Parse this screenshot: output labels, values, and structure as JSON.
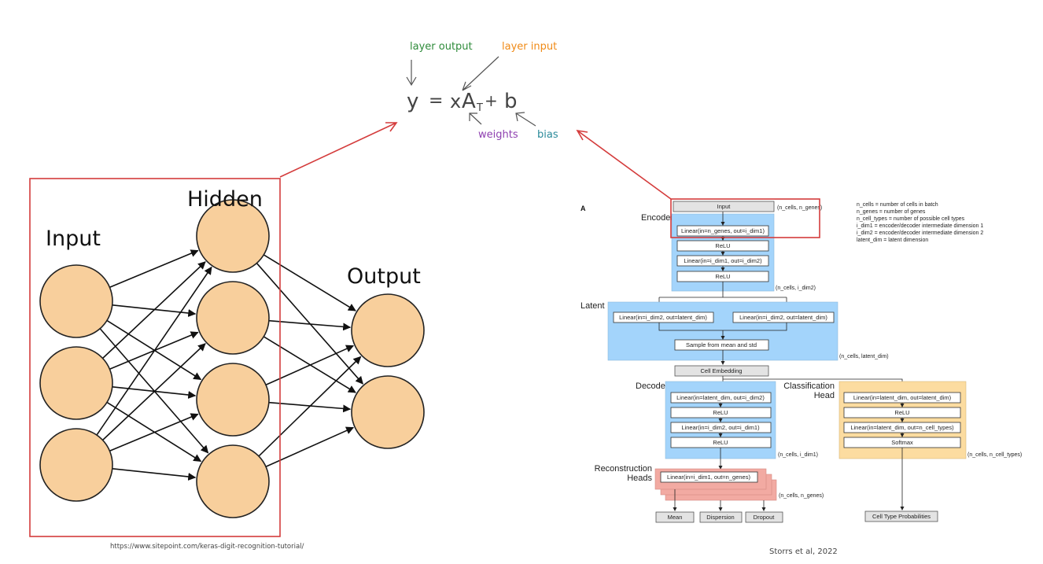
{
  "formula": {
    "expression_parts": [
      "y",
      "=",
      "x",
      "A",
      "T",
      "+",
      "b"
    ],
    "annotations": [
      {
        "id": "layer-output",
        "text": "layer output",
        "color": "#2e8b3a"
      },
      {
        "id": "layer-input",
        "text": "layer input",
        "color": "#f08a16"
      },
      {
        "id": "weights",
        "text": "weights",
        "color": "#8e3fb0"
      },
      {
        "id": "bias",
        "text": "bias",
        "color": "#2a8a9a"
      }
    ]
  },
  "network": {
    "layers": [
      {
        "label": "Input",
        "neurons": 3
      },
      {
        "label": "Hidden",
        "neurons": 4
      },
      {
        "label": "Output",
        "neurons": 2
      }
    ],
    "neuron_fill": "#f8cf9c",
    "source": "https://www.sitepoint.com/keras-digit-recognition-tutorial/"
  },
  "highlight_color": "#d43c3c",
  "architecture": {
    "panel_label": "A",
    "input_box": "Input",
    "input_shape": "(n_cells, n_genes)",
    "encoder": {
      "label": "Encoder",
      "layers": [
        "Linear(in=n_genes, out=i_dim1)",
        "ReLU",
        "Linear(in=i_dim1, out=i_dim2)",
        "ReLU"
      ],
      "shape": "(n_cells, i_dim2)"
    },
    "latent": {
      "label": "Latent",
      "left": "Linear(in=i_dim2, out=latent_dim)",
      "right": "Linear(in=i_dim2, out=latent_dim)",
      "sample": "Sample from mean and std",
      "shape": "(n_cells, latent_dim)"
    },
    "embedding": "Cell Embedding",
    "decoder": {
      "label": "Decoder",
      "layers": [
        "Linear(in=latent_dim, out=i_dim2)",
        "ReLU",
        "Linear(in=i_dim2, out=i_dim1)",
        "ReLU"
      ],
      "shape": "(n_cells, i_dim1)"
    },
    "classification": {
      "label_line1": "Classification",
      "label_line2": "Head",
      "layers": [
        "Linear(in=latent_dim, out=latent_dim)",
        "ReLU",
        "Linear(in=latent_dim, out=n_cell_types)",
        "Softmax"
      ],
      "shape": "(n_cells, n_cell_types)",
      "output": "Cell Type Probabilities"
    },
    "reconstruction": {
      "label_line1": "Reconstruction",
      "label_line2": "Heads",
      "layer": "Linear(in=i_dim1, out=n_genes)",
      "shape": "(n_cells, n_genes)",
      "outputs": [
        "Mean",
        "Dispersion",
        "Dropout"
      ]
    },
    "legend": [
      "n_cells = number of cells in batch",
      "n_genes = number of genes",
      "n_cell_types = number of possible cell types",
      "i_dim1 = encoder/decoder intermediate dimension 1",
      "i_dim2 = encoder/decoder intermediate dimension 2",
      "latent_dim = latent dimension"
    ],
    "colors": {
      "encoder": "#a3d4fb",
      "classification": "#fcdca0",
      "reconstruction": "#f2aaa2",
      "gray_box": "#e3e3e3"
    },
    "citation": "Storrs et al, 2022"
  }
}
